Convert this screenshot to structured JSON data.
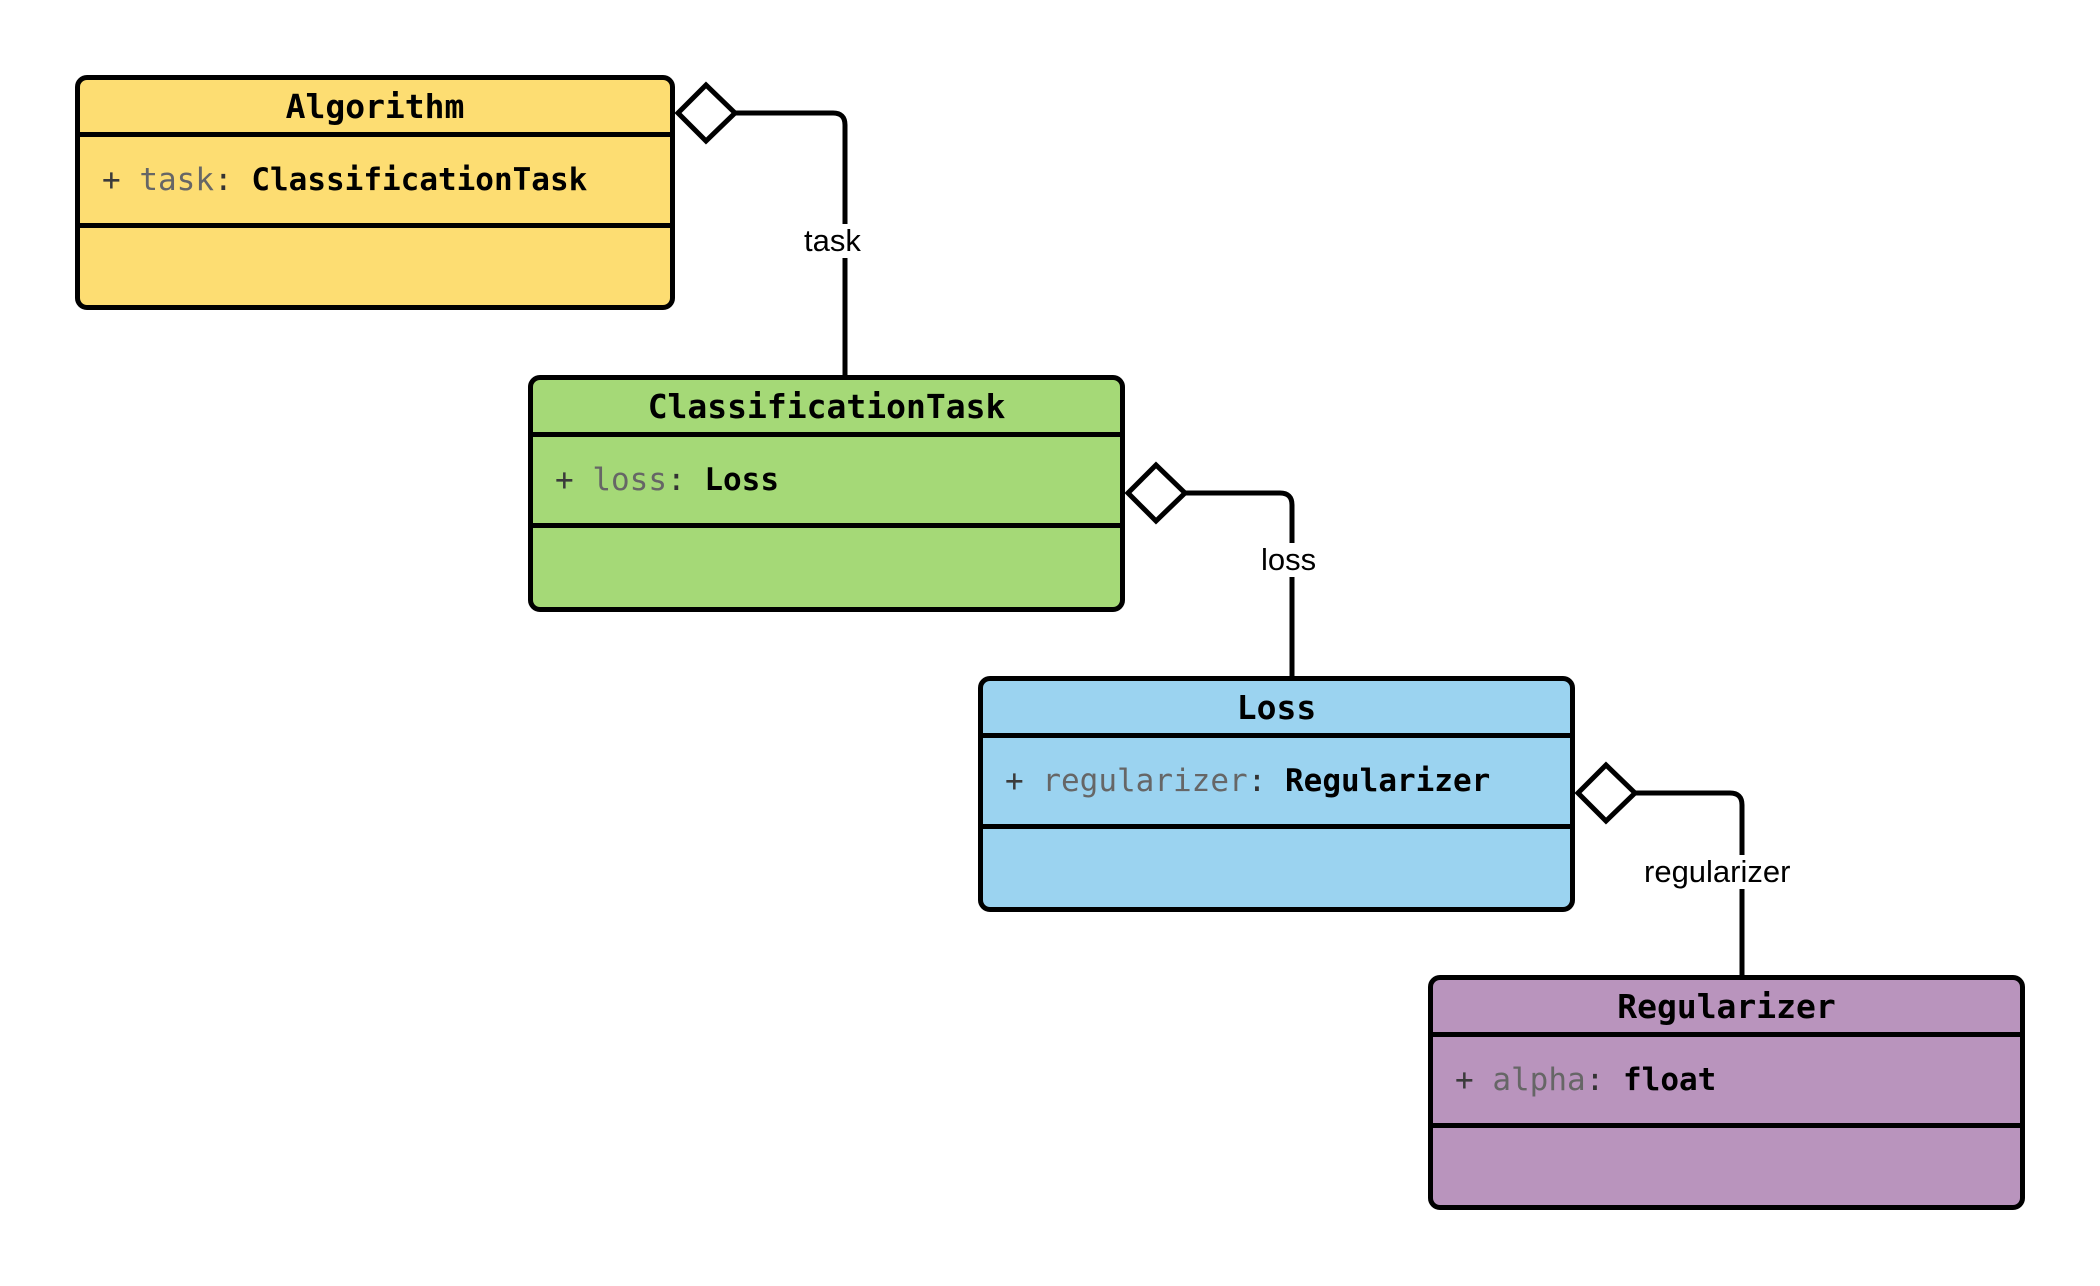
{
  "diagram": {
    "type": "uml-class-diagram",
    "title": "",
    "background": "#ffffff",
    "relationship_type": "aggregation",
    "classes": [
      {
        "id": "algorithm",
        "name": "Algorithm",
        "fill": "#fddd72",
        "attributes": [
          {
            "visibility": "+",
            "name": "task",
            "separator": ":",
            "type": "ClassificationTask"
          }
        ],
        "methods": []
      },
      {
        "id": "classificationtask",
        "name": "ClassificationTask",
        "fill": "#a5d977",
        "attributes": [
          {
            "visibility": "+",
            "name": "loss",
            "separator": ":",
            "type": "Loss"
          }
        ],
        "methods": []
      },
      {
        "id": "loss",
        "name": "Loss",
        "fill": "#9bd3f0",
        "attributes": [
          {
            "visibility": "+",
            "name": "regularizer",
            "separator": ":",
            "type": "Regularizer"
          }
        ],
        "methods": []
      },
      {
        "id": "regularizer",
        "name": "Regularizer",
        "fill": "#b994bd",
        "attributes": [
          {
            "visibility": "+",
            "name": "alpha",
            "separator": ":",
            "type": "float"
          }
        ],
        "methods": []
      }
    ],
    "edges": [
      {
        "id": "edge-task",
        "label": "task",
        "from": "algorithm",
        "to": "classificationtask",
        "marker": "hollow-diamond"
      },
      {
        "id": "edge-loss",
        "label": "loss",
        "from": "classificationtask",
        "to": "loss",
        "marker": "hollow-diamond"
      },
      {
        "id": "edge-regularizer",
        "label": "regularizer",
        "from": "loss",
        "to": "regularizer",
        "marker": "hollow-diamond"
      }
    ]
  }
}
